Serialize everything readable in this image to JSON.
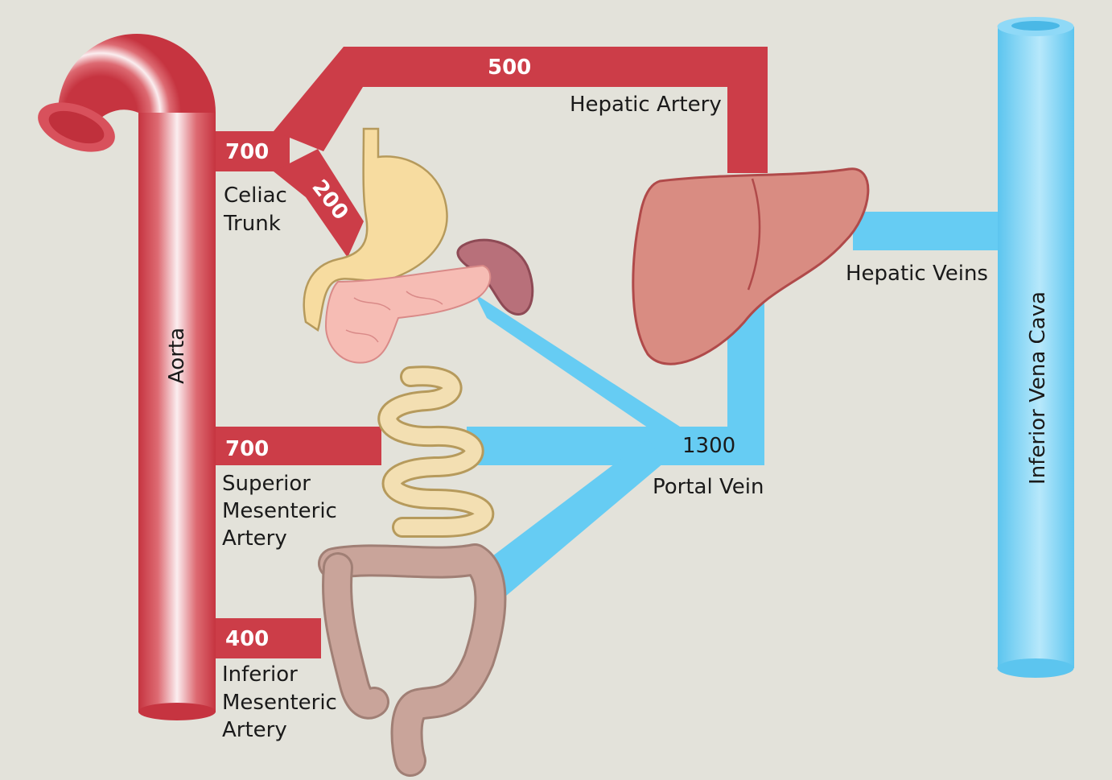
{
  "diagram": {
    "colors": {
      "background": "#e3e2da",
      "artery": "#cc3d48",
      "vein": "#66ccf3",
      "liver": "#d98c82",
      "stomach": "#f7dca0",
      "pancreas": "#f6bcb4",
      "spleen": "#b8707a",
      "intestine": "#f3dfb2",
      "colon": "#c9a49a"
    },
    "vessels": {
      "aorta": {
        "label": "Aorta"
      },
      "celiac_trunk": {
        "label_line1": "Celiac",
        "label_line2": "Trunk",
        "flow": "700"
      },
      "celiac_branch": {
        "flow": "200"
      },
      "hepatic_artery": {
        "label": "Hepatic Artery",
        "flow": "500"
      },
      "superior_mesenteric_artery": {
        "label_line1": "Superior",
        "label_line2": "Mesenteric",
        "label_line3": "Artery",
        "flow": "700"
      },
      "inferior_mesenteric_artery": {
        "label_line1": "Inferior",
        "label_line2": "Mesenteric",
        "label_line3": "Artery",
        "flow": "400"
      },
      "portal_vein": {
        "label": "Portal Vein",
        "flow": "1300"
      },
      "hepatic_veins": {
        "label": "Hepatic Veins"
      },
      "inferior_vena_cava": {
        "label": "Inferior Vena Cava"
      }
    },
    "organs": [
      "stomach",
      "pancreas",
      "spleen",
      "liver",
      "small-intestine",
      "colon"
    ]
  }
}
